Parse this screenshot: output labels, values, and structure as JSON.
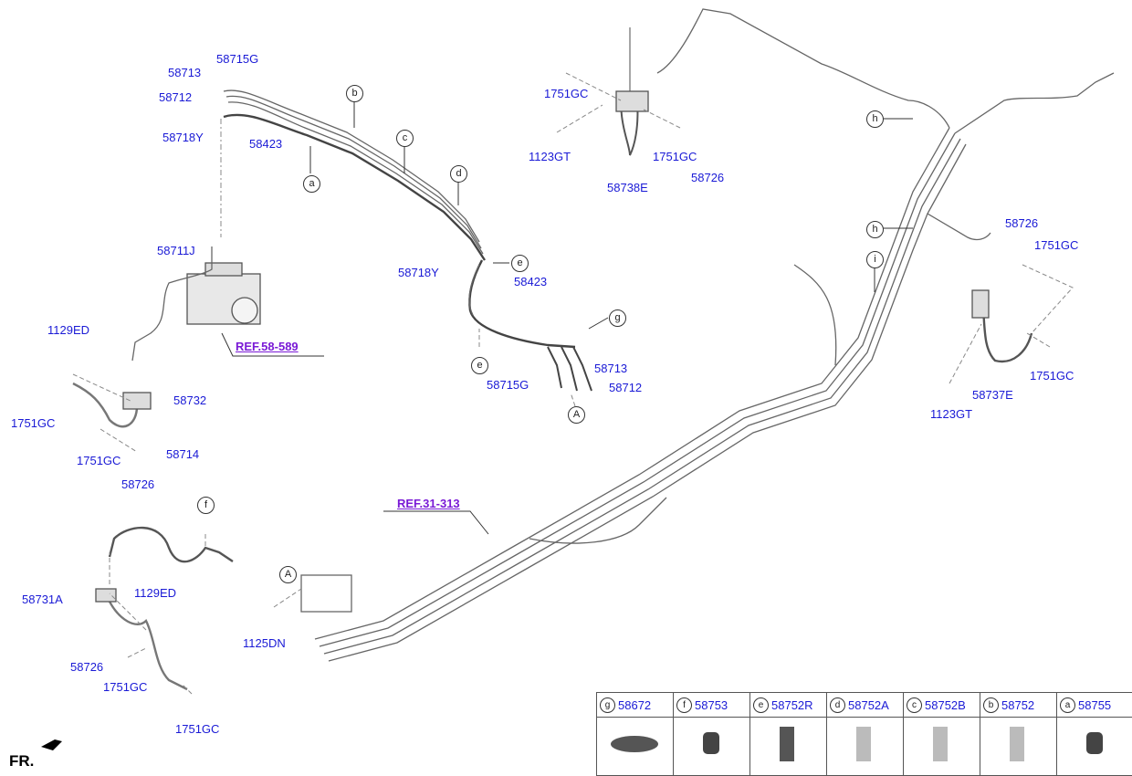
{
  "labels": {
    "p58715G_top": "58715G",
    "p58713_top": "58713",
    "p58712_top": "58712",
    "p58718Y_top": "58718Y",
    "p58423_top": "58423",
    "p58711J": "58711J",
    "p1129ED_l": "1129ED",
    "p58732": "58732",
    "p1751GC_l": "1751GC",
    "p1751GC_l2": "1751GC",
    "p58726_l": "58726",
    "p58714": "58714",
    "p58731A": "58731A",
    "p1129ED_l2": "1129ED",
    "p58726_l2": "58726",
    "p1751GC_l3": "1751GC",
    "p1751GC_l4": "1751GC",
    "p1125DN": "1125DN",
    "p58718Y_mid": "58718Y",
    "p58423_mid": "58423",
    "p58713_mid": "58713",
    "p58715G_mid": "58715G",
    "p58712_mid": "58712",
    "p1751GC_t1": "1751GC",
    "p1123GT_t": "1123GT",
    "p1751GC_t2": "1751GC",
    "p58726_t": "58726",
    "p58738E": "58738E",
    "p58726_r": "58726",
    "p1751GC_r1": "1751GC",
    "p1751GC_r2": "1751GC",
    "p1123GT_r": "1123GT",
    "p58737E": "58737E"
  },
  "refs": {
    "ref_58_589": "REF.58-589",
    "ref_31_313": "REF.31-313"
  },
  "callouts": {
    "a": "a",
    "b": "b",
    "c": "c",
    "d": "d",
    "e1": "e",
    "e2": "e",
    "f": "f",
    "g": "g",
    "h1": "h",
    "h2": "h",
    "i": "i",
    "A1": "A",
    "A2": "A"
  },
  "direction": "FR.",
  "legend": [
    {
      "letter": "g",
      "part": "58672",
      "icon": "grommet-icon"
    },
    {
      "letter": "f",
      "part": "58753",
      "icon": "clip-icon"
    },
    {
      "letter": "e",
      "part": "58752R",
      "icon": "clip-stack-icon"
    },
    {
      "letter": "d",
      "part": "58752A",
      "icon": "clip-stack-icon"
    },
    {
      "letter": "c",
      "part": "58752B",
      "icon": "clip-stack-icon"
    },
    {
      "letter": "b",
      "part": "58752",
      "icon": "clip-stack-icon"
    },
    {
      "letter": "a",
      "part": "58755",
      "icon": "clip-icon"
    }
  ]
}
